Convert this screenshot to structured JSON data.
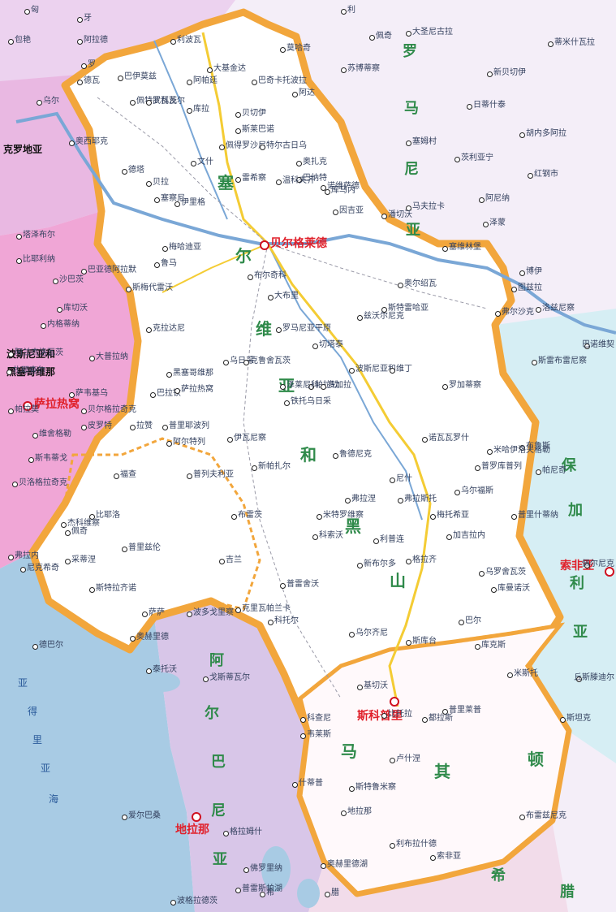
{
  "colors": {
    "serbia_fill": "#ffffff",
    "montenegro_fill": "#ffffff",
    "border_orange": "#f2a63c",
    "romania_fill": "#f4eef8",
    "bulgaria_fill": "#d6eef4",
    "bosnia_fill": "#f0a6d6",
    "croatia_fill": "#e9b8e2",
    "hungary_fill": "#ecd2ef",
    "albania_fill": "#d8c6e8",
    "macedonia_fill": "#f2dcea",
    "adriatic_fill": "#a8cbe4",
    "danube_blue": "#7aa7d6",
    "road_yellow": "#f4cc34",
    "capital_red": "#e0202a",
    "country_green": "#2f8a4a"
  },
  "countries": {
    "serbia": [
      "塞",
      "尔",
      "维",
      "亚"
    ],
    "montenegro": [
      "和",
      "黑",
      "山"
    ],
    "macedonia": [
      "马",
      "其",
      "顿"
    ],
    "romania": [
      "罗",
      "马",
      "尼",
      "亚"
    ],
    "bulgaria": [
      "保",
      "加",
      "利",
      "亚"
    ],
    "albania": [
      "阿",
      "尔",
      "巴",
      "尼",
      "亚"
    ],
    "greece": [
      "希",
      "腊"
    ],
    "bosnia": "波斯尼亚和",
    "herzegovina": "黑塞哥维那",
    "croatia": "克罗地亚"
  },
  "capitals": {
    "belgrade": "贝尔格莱德",
    "sarajevo": "萨拉热窝",
    "sofia": "索非亚",
    "skopje": "斯科普里",
    "tirana": "地拉那"
  },
  "seas": [
    "亚",
    "得",
    "里",
    "亚",
    "海"
  ],
  "places": [
    "匈",
    "牙",
    "利",
    "包艳",
    "阿拉德",
    "佩奇",
    "利波瓦",
    "莫哈奇",
    "苏博蒂察",
    "大圣尼古拉",
    "蒂米什瓦拉",
    "罗",
    "德瓦",
    "巴伊莫兹",
    "阿帕廷",
    "巴奇卡托波拉",
    "阿达",
    "大基金达",
    "佩特罗瓦茨",
    "乌尔",
    "奥西耶克",
    "武科瓦尔",
    "库拉",
    "贝切伊",
    "斯莱巴诺",
    "新贝切伊",
    "日蒂什泰",
    "胡内多阿拉",
    "红钢市",
    "佩得罗沙尼",
    "特尔古日乌",
    "奥扎克",
    "塞姆村",
    "文什",
    "巴纳特",
    "库马内",
    "诺维萨德",
    "茨利亚宁",
    "德塔",
    "雷希察",
    "温科夫齐",
    "塞察尼",
    "贝拉",
    "伊里格",
    "因吉亚",
    "马夫拉卡",
    "阿尼纳",
    "泽蒙",
    "潘切沃",
    "巴亚德阿拉默",
    "梅哈迪亚",
    "塔泽布尔",
    "比耶利纳",
    "鲁马",
    "布尔奇科",
    "塞维林堡",
    "博伊",
    "沙巴茨",
    "斯梅代雷沃",
    "奥尔绍瓦",
    "斯特雷哈亚",
    "图兹拉",
    "洛兹尼察",
    "库切沃",
    "内格蒂纳",
    "大布里",
    "罗马尼亚平原",
    "兹沃尔尼克",
    "弗尔沙克",
    "巴诺维契",
    "克拉达尼",
    "阿兰杰洛瓦茨",
    "大普拉纳",
    "扎耶查尔",
    "切塔泰",
    "波斯尼亚和",
    "斯雷布雷尼察",
    "黑塞哥维那",
    "拉赞",
    "帕拉钦",
    "维丁",
    "罗加蒂察",
    "乌日采",
    "克鲁舍瓦茨",
    "巴拉钦",
    "多加拉",
    "帕拉莫",
    "萨拉热窝",
    "铁托乌日采",
    "泽莱尼科",
    "萨韦基乌",
    "贝尔格拉奇克",
    "维舍格勒",
    "普里耶波列",
    "阿尔特列",
    "诺瓦瓦罗什",
    "伊瓦尼察",
    "布鲁斯",
    "普罗库普列",
    "皮罗特",
    "米哈伊洛夫格勒",
    "斯韦蒂戈",
    "福查",
    "普列夫利亚",
    "新帕扎尔",
    "鲁德尼克",
    "布雷茨",
    "尼什",
    "乌尔福斯",
    "贝洛格拉奇克",
    "弗拉斯托",
    "弗拉涅",
    "帕尼奇",
    "比耶洛",
    "普里什蒂纳",
    "米特罗维察",
    "科索沃",
    "杰科维察",
    "梅托希亚",
    "新布尔多",
    "佩奇",
    "格拉齐",
    "乌罗舍瓦茨",
    "利普连",
    "普里兹伦",
    "吉兰",
    "加吉拉内",
    "弗拉内",
    "斯特拉齐诺",
    "普雷舍沃",
    "库曼诺沃",
    "克里瓦帕兰卡",
    "萨萨",
    "波多戈里察",
    "尼克希奇",
    "采蒂涅",
    "科托尔",
    "巴尔",
    "乌尔齐尼",
    "斯库台",
    "库克斯",
    "米斯托",
    "泰托沃",
    "戈斯蒂瓦尔",
    "基切沃",
    "德巴尔",
    "奥赫里德",
    "比托拉",
    "普里莱普",
    "韦莱斯",
    "什蒂普",
    "科查尼",
    "斯特鲁米察",
    "都拉斯",
    "卢什涅",
    "地拉那",
    "利布拉什德",
    "爱尔巴桑",
    "波格拉德茨",
    "格拉姆什",
    "奥赫里德湖",
    "普雷斯帕湖",
    "佛罗里纳",
    "希",
    "腊",
    "索非亚",
    "布雷兹尼克",
    "佩尔尼克",
    "丘斯滕迪尔",
    "斯坦克"
  ]
}
